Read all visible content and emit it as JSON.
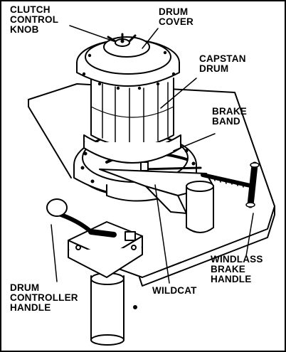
{
  "labels": {
    "clutch_control_knob": "CLUTCH\nCONTROL\nKNOB",
    "drum_cover": "DRUM\nCOVER",
    "capstan_drum": "CAPSTAN\nDRUM",
    "brake_band": "BRAKE\nBAND",
    "windlass_brake_handle": "WINDLASS\nBRAKE\nHANDLE",
    "wildcat": "WILDCAT",
    "drum_controller_handle": "DRUM\nCONTROLLER\nHANDLE"
  },
  "colors": {
    "ink": "#000000",
    "paper": "#ffffff"
  }
}
